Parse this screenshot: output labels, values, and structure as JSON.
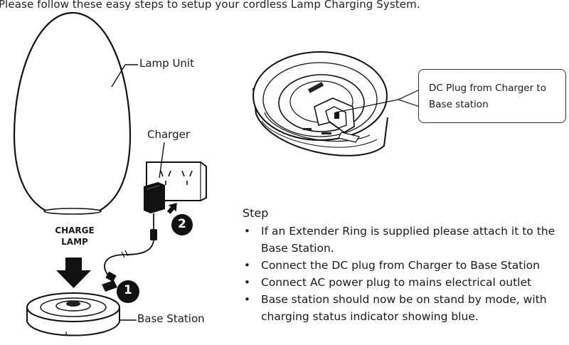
{
  "intro": "Please follow these easy steps to setup your cordless Lamp Charging System.",
  "labels": {
    "lamp_unit": "Lamp Unit",
    "charger": "Charger",
    "charge_lamp": "CHARGE\nLAMP",
    "base_station": "Base Station",
    "step_one": "1",
    "step_two": "2"
  },
  "callout": "DC Plug from Charger to Base station",
  "steps": {
    "heading": "Step",
    "items": [
      "If an Extender Ring is supplied please attach it to the Base Station.",
      "Connect the DC plug from Charger to Base Station",
      "Connect AC power plug to mains electrical outlet",
      "Base station should now be on stand by mode, with charging status indicator showing blue."
    ]
  }
}
